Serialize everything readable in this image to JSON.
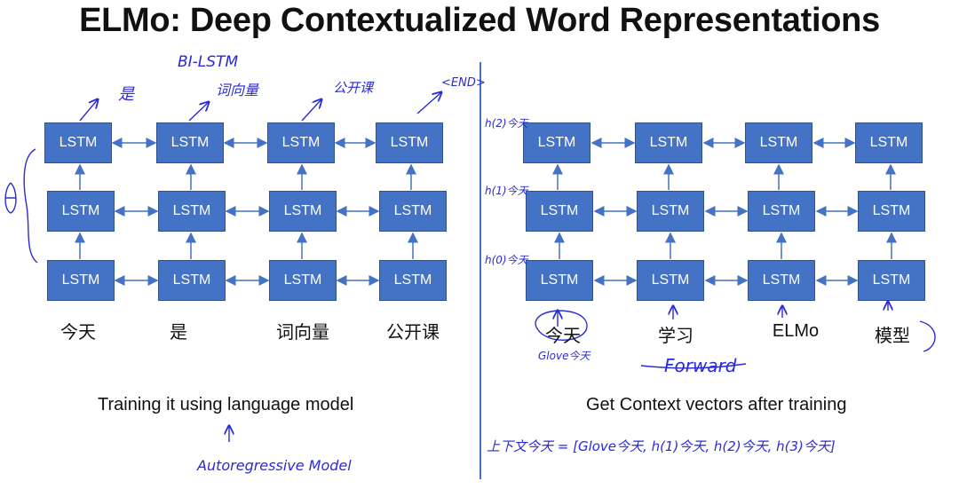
{
  "title": "ELMo: Deep Contextualized Word Representations",
  "cell_label": "LSTM",
  "left": {
    "words": [
      "今天",
      "是",
      "词向量",
      "公开课"
    ],
    "caption": "Training it using language model",
    "annotations": {
      "bilstm": "BI-LSTM",
      "output1": "是",
      "output2": "词向量",
      "output3": "公开课",
      "output4": "<END>",
      "theta": "Θ",
      "autoregressive": "Autoregressive Model"
    }
  },
  "right": {
    "words": [
      "今天",
      "学习",
      "ELMo",
      "模型"
    ],
    "caption": "Get Context vectors after training",
    "annotations": {
      "h2": "h(2)今天",
      "h1": "h(1)今天",
      "h0": "h(0)今天",
      "glove": "Glove今天",
      "forward": "Forward",
      "formula": "上下文今天 = [Glove今天, h(1)今天, h(2)今天, h(3)今天]"
    }
  },
  "colors": {
    "cell": "#4472c4",
    "arrow": "#4472c4",
    "ink": "#2a2ad8"
  }
}
